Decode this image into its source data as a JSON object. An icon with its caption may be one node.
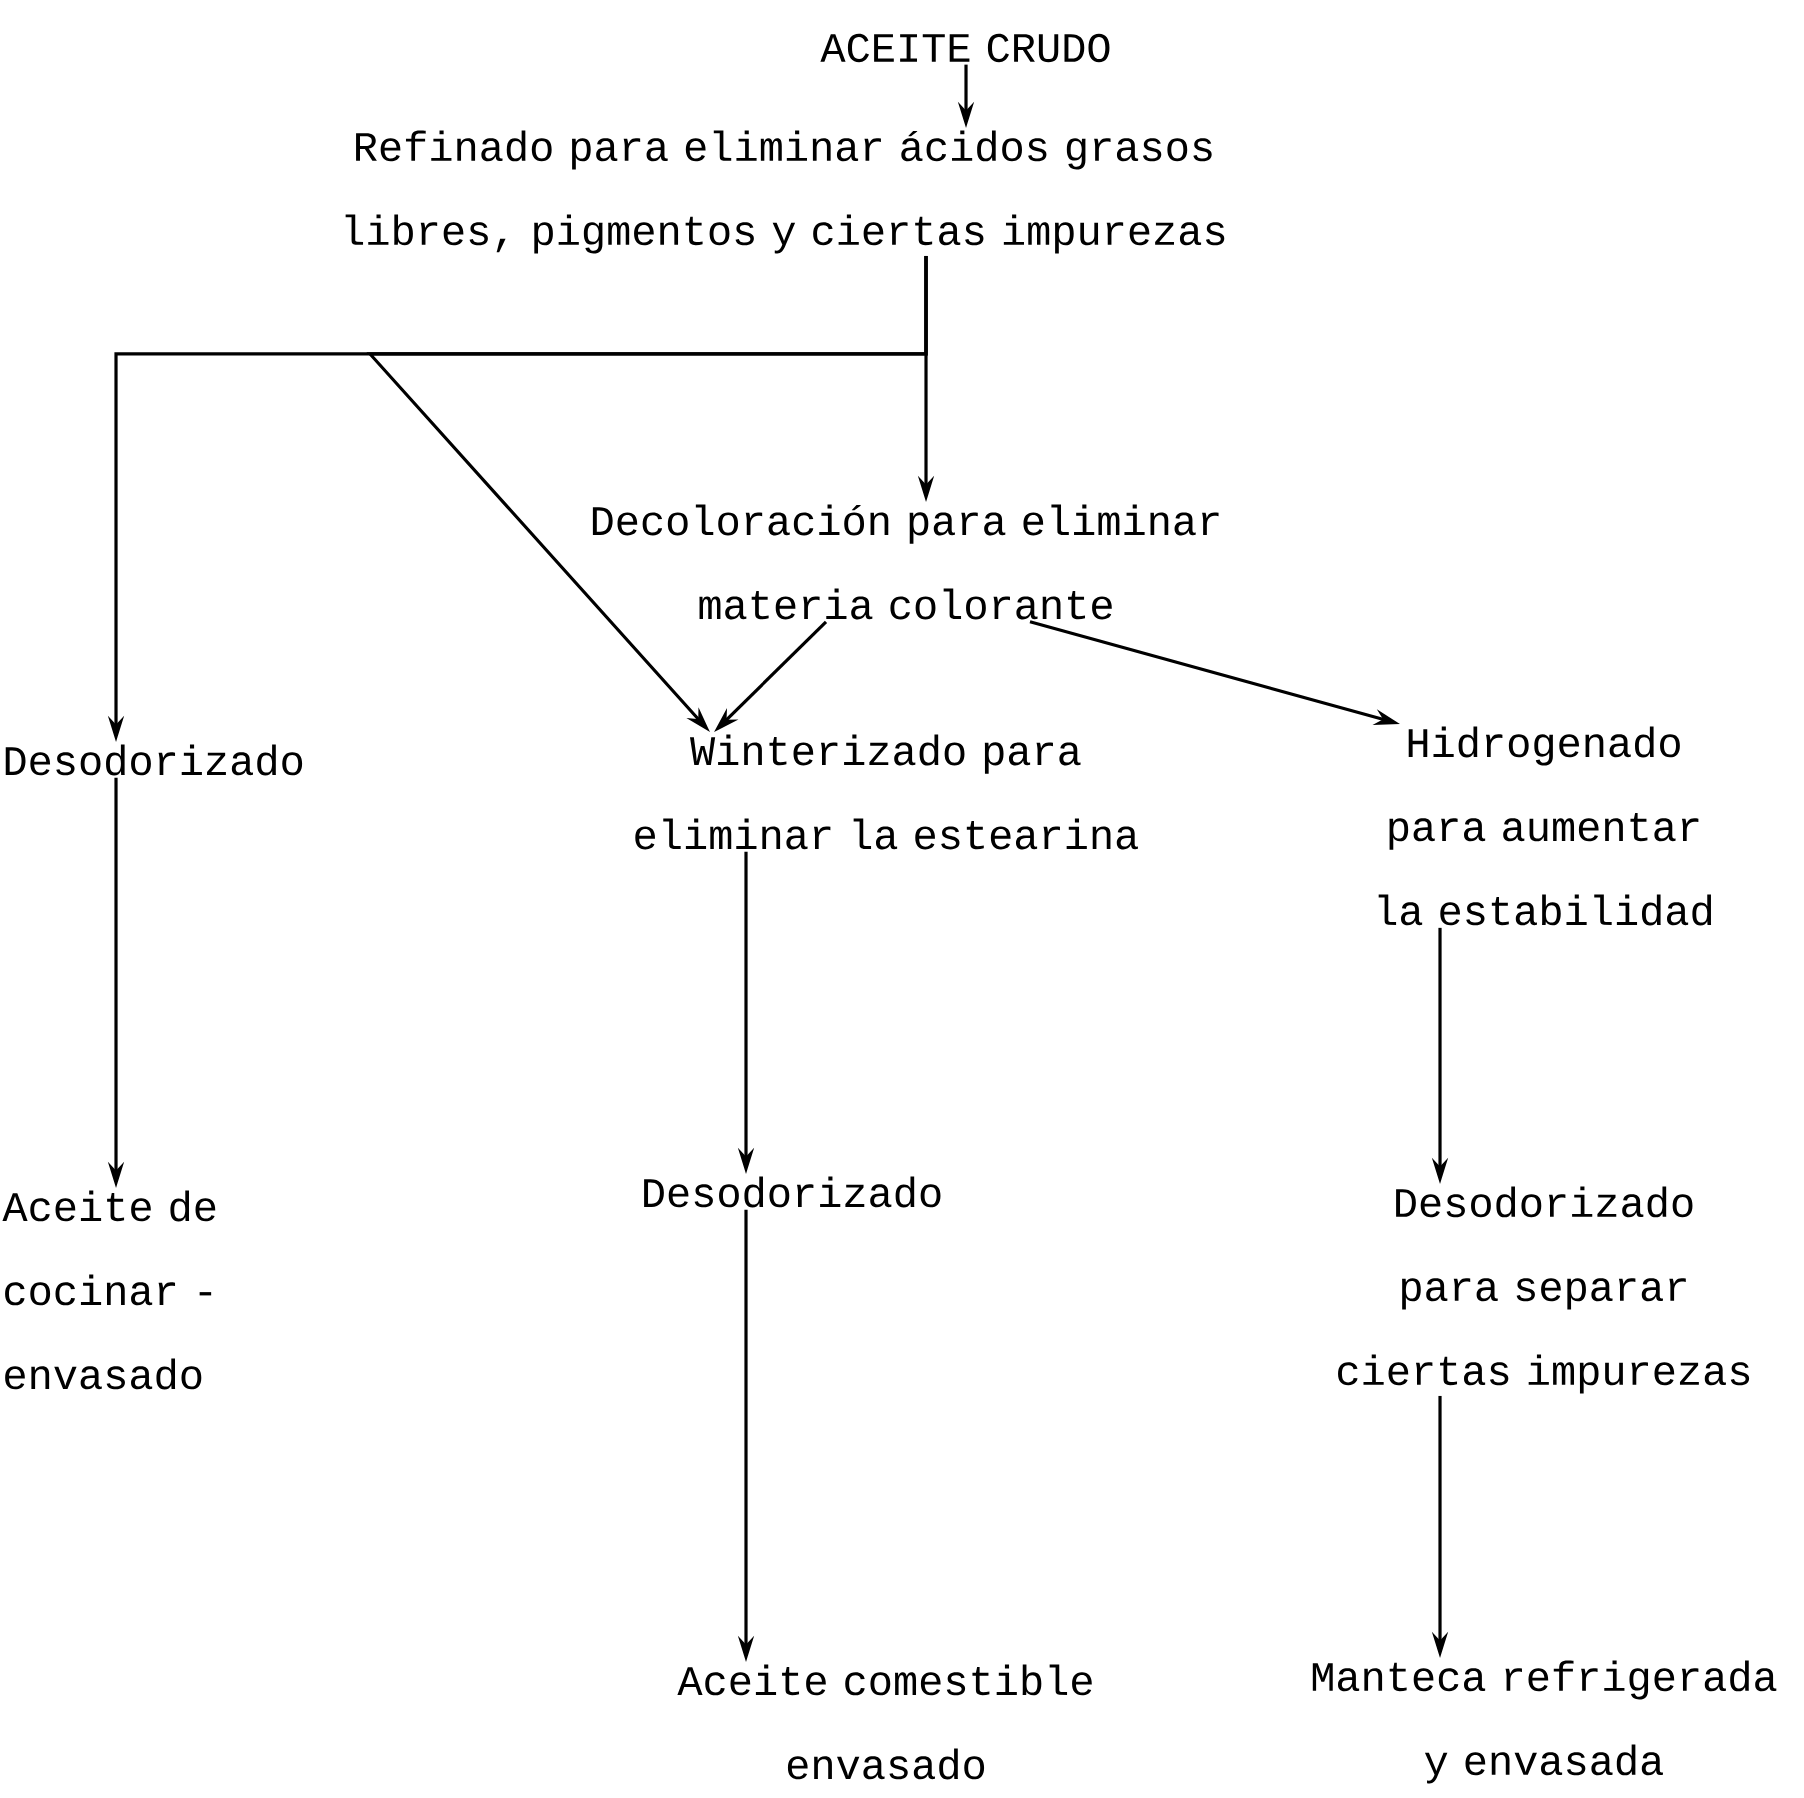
{
  "diagram": {
    "nodes": [
      {
        "text": [
          "ACEITE CRUDO"
        ]
      },
      {
        "text": [
          "Refinado para eliminar ácidos grasos libres, pigmentos y ciertas impurezas"
        ]
      },
      {
        "text": [
          "Decoloración para eliminar materia colorante"
        ]
      },
      {
        "text": [
          "Desodorizado"
        ]
      },
      {
        "text": [
          "Winterizado para eliminar la estearina"
        ]
      },
      {
        "text": [
          "Hidrogenado para aumentar la estabilidad"
        ]
      },
      {
        "text": [
          "Aceite de cocinar - envasado"
        ]
      },
      {
        "text": [
          "Desodorizado"
        ]
      },
      {
        "text": [
          "Desodorizado para separar ciertas impurezas"
        ]
      },
      {
        "text": [
          "Aceite comestible envasado"
        ]
      },
      {
        "text": [
          "Manteca refrigerada y envasada"
        ]
      }
    ],
    "edges": [
      {
        "from": 0,
        "to": 1,
        "arrow": "to"
      },
      {
        "from": 1,
        "to": 2,
        "arrow": "to"
      },
      {
        "from": 1,
        "to": 3,
        "arrow": "to"
      },
      {
        "from": 1,
        "to": 4,
        "arrow": "to"
      },
      {
        "from": 2,
        "to": 4,
        "arrow": "to"
      },
      {
        "from": 2,
        "to": 5,
        "arrow": "to"
      },
      {
        "from": 3,
        "to": 6,
        "arrow": "to"
      },
      {
        "from": 4,
        "to": 7,
        "arrow": "to"
      },
      {
        "from": 5,
        "to": 8,
        "arrow": "to"
      },
      {
        "from": 7,
        "to": 9,
        "arrow": "to"
      },
      {
        "from": 8,
        "to": 10,
        "arrow": "to"
      }
    ]
  }
}
